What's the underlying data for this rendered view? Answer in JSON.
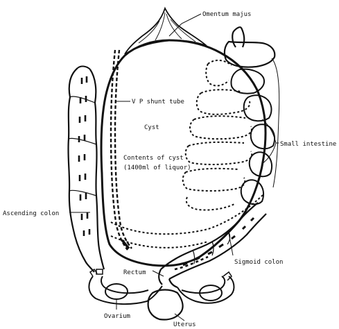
{
  "labels": {
    "omentum": "Omentum majus",
    "vp_shunt": "V P shunt tube",
    "cyst": "Cyst",
    "small_intestine": "Small intestine",
    "contents_line1": "Contents of cyst",
    "contents_line2": "(1400ml of liquor)",
    "ascending_colon": "Ascending colon",
    "sigmoid_colon": "Sigmoid colon",
    "rectum": "Rectum",
    "ovarium": "Ovarium",
    "uterus": "Uterus"
  },
  "colors": {
    "ink": "#111111",
    "paper": "#ffffff"
  }
}
